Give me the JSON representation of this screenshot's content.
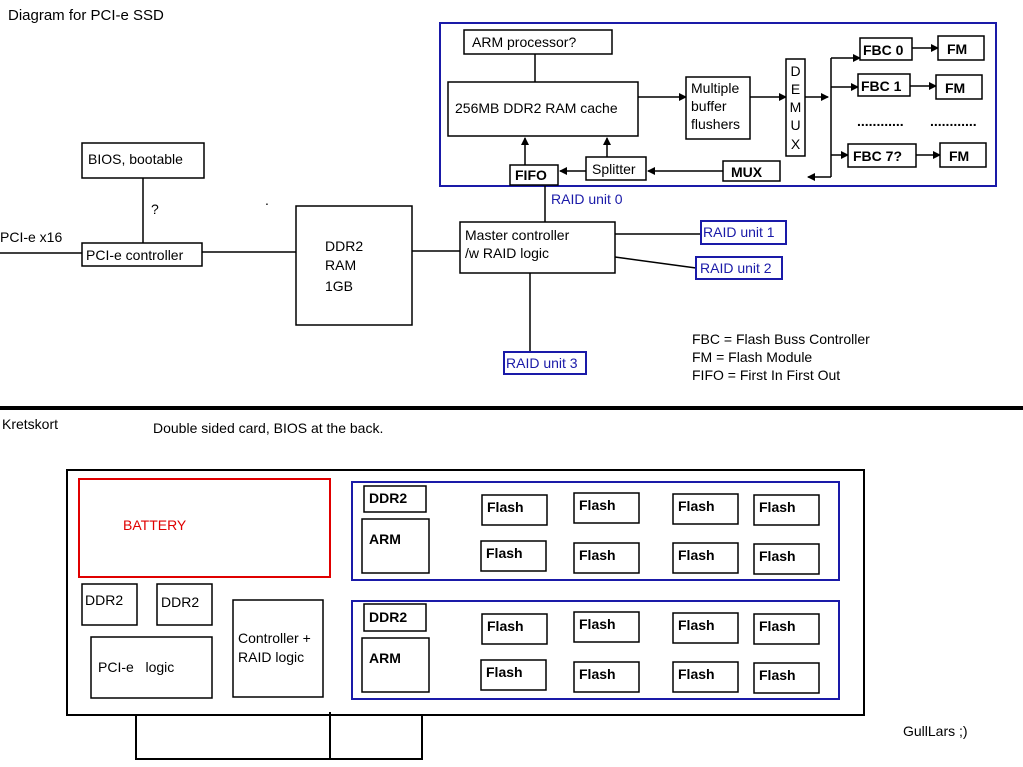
{
  "title": "Diagram for PCI-e SSD",
  "colors": {
    "blue": "#1a1aa8",
    "red": "#e00000",
    "black": "#000000"
  },
  "top": {
    "arm_processor": "ARM processor?",
    "ram_cache": "256MB DDR2 RAM cache",
    "buffer_flushers": [
      "Multiple",
      "buffer",
      "flushers"
    ],
    "demux": [
      "D",
      "E",
      "M",
      "U",
      "X"
    ],
    "fbc": [
      "FBC 0",
      "FBC 1",
      "FBC 7?"
    ],
    "fm": [
      "FM",
      "FM",
      "FM"
    ],
    "dots": [
      "............",
      "............"
    ],
    "fifo": "FIFO",
    "splitter": "Splitter",
    "mux": "MUX",
    "raid_unit_0": "RAID unit 0",
    "bios": "BIOS, bootable",
    "question": "?",
    "stray_dot": ".",
    "pcie_x16": "PCI-e x16",
    "pcie_controller": "PCI-e controller",
    "ddr2_ram": [
      "DDR2",
      "RAM",
      "1GB"
    ],
    "master_controller": [
      "Master controller",
      "/w RAID logic"
    ],
    "raid_unit_1": "RAID unit 1",
    "raid_unit_2": "RAID unit 2",
    "raid_unit_3": "RAID unit 3",
    "legend": [
      "FBC = Flash Buss Controller",
      "FM = Flash Module",
      "FIFO = First In First Out"
    ]
  },
  "bottom": {
    "kretskort": "Kretskort",
    "note": "Double sided card, BIOS at the back.",
    "battery": "BATTERY",
    "ddr2_left": "DDR2",
    "ddr2_right": "DDR2",
    "pcie_logic": "PCI-e   logic",
    "controller_raid": [
      "Controller +",
      "RAID logic"
    ],
    "module_ddr2": "DDR2",
    "module_arm": "ARM",
    "flash": "Flash",
    "signature": "GullLars ;)"
  }
}
